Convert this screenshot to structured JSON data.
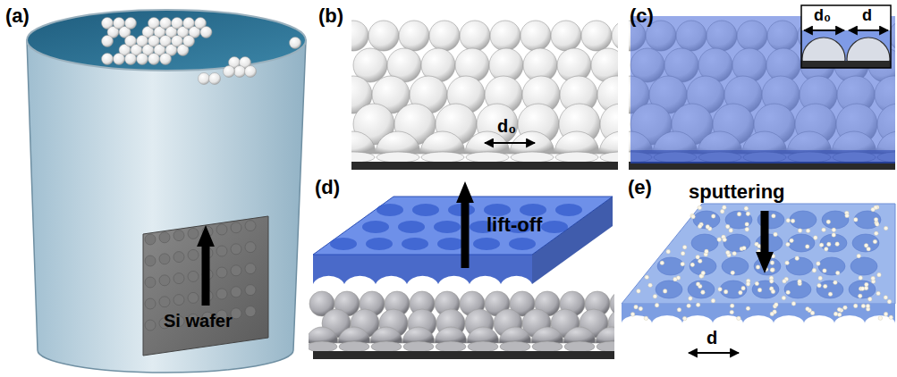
{
  "diagram": {
    "labels": [
      "(a)",
      "Si wafer",
      "(b)",
      "d₀",
      "(c)",
      "d₀",
      "d",
      "(d)",
      "lift-off",
      "(e)",
      "sputtering",
      "d"
    ]
  }
}
